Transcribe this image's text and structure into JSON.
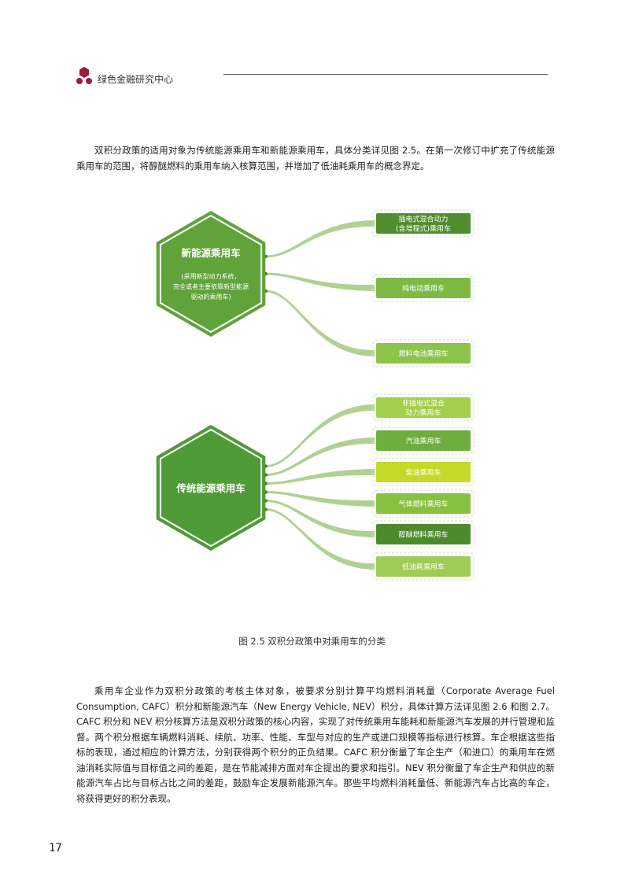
{
  "header": {
    "org_name": "绿色金融研究中心"
  },
  "paragraphs": {
    "intro": "双积分政策的适用对象为传统能源乘用车和新能源乘用车，具体分类详见图 2.5。在第一次修订中扩充了传统能源乘用车的范围，将醇醚燃料的乘用车纳入核算范围，并增加了低油耗乘用车的概念界定。",
    "body": "乘用车企业作为双积分政策的考核主体对象，被要求分别计算平均燃料消耗量（Corporate Average Fuel Consumption, CAFC）积分和新能源汽车（New Energy Vehicle, NEV）积分，具体计算方法详见图 2.6 和图 2.7。CAFC 积分和 NEV 积分核算方法是双积分政策的核心内容，实现了对传统乘用车能耗和新能源汽车发展的并行管理和监督。两个积分根据车辆燃料消耗、续航、功率、性能、车型与对应的生产或进口规模等指标进行核算。车企根据这些指标的表现，通过相应的计算方法，分别获得两个积分的正负结果。CAFC 积分衡量了车企生产（和进口）的乘用车在燃油消耗实际值与目标值之间的差距，是在节能减排方面对车企提出的要求和指引。NEV 积分衡量了车企生产和供应的新能源汽车占比与目标占比之间的差距，鼓励车企发展新能源汽车。那些平均燃料消耗量低、新能源汽车占比高的车企，将获得更好的积分表现。"
  },
  "diagram": {
    "nev_hub": {
      "title": "新能源乘用车",
      "desc": [
        "(采用新型动力系统，",
        "完全或者主要依靠新型能源",
        "驱动的乘用车)"
      ],
      "color": "#5fa33a"
    },
    "nev_items": [
      {
        "label": [
          "插电式混合动力",
          "(含增程式)乘用车"
        ],
        "color": "#4f8d2f"
      },
      {
        "label": [
          "纯电动乘用车"
        ],
        "color": "#7cba45"
      },
      {
        "label": [
          "燃料电池乘用车"
        ],
        "color": "#8cc44a"
      }
    ],
    "ice_hub": {
      "title": "传统能源乘用车",
      "color": "#4f9b38"
    },
    "ice_items": [
      {
        "label": [
          "非插电式混合",
          "动力乘用车"
        ],
        "color": "#a3cf4a"
      },
      {
        "label": [
          "汽油乘用车"
        ],
        "color": "#6fae3e"
      },
      {
        "label": [
          "柴油乘用车"
        ],
        "color": "#c6d92a"
      },
      {
        "label": [
          "气体燃料乘用车"
        ],
        "color": "#86c240"
      },
      {
        "label": [
          "醇醚燃料乘用车"
        ],
        "color": "#4d8a2d"
      },
      {
        "label": [
          "低油耗乘用车"
        ],
        "color": "#9fcc55"
      }
    ]
  },
  "caption": "图 2.5 双积分政策中对乘用车的分类",
  "page_number": "17"
}
